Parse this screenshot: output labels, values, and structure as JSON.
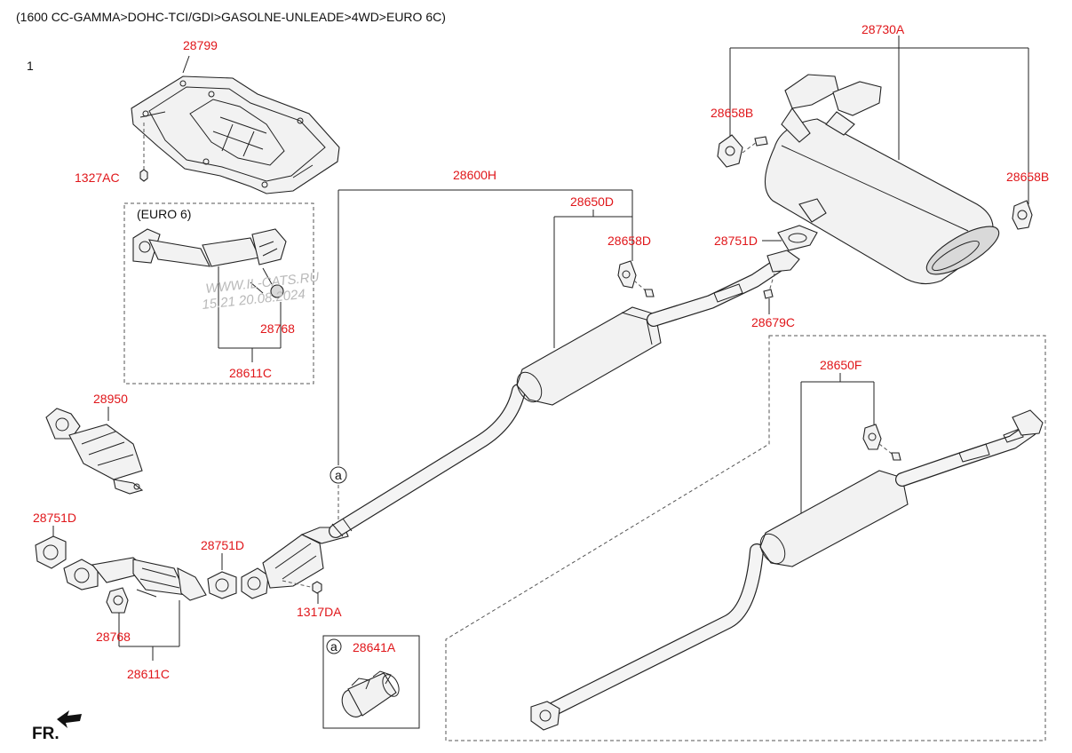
{
  "header": {
    "spec": "(1600 CC-GAMMA>DOHC-TCI/GDI>GASOLNE-UNLEADE>4WD>EURO 6C)"
  },
  "page_number": "1",
  "euro_box": {
    "title": "(EURO 6)"
  },
  "watermark": {
    "line1": "WWW.IL-CATS.RU",
    "line2": "15.21 20.08.2024"
  },
  "callout": {
    "ref_letter": "a"
  },
  "front_marker": "FR.",
  "part_labels": {
    "heat_protector": "28799",
    "nut_1327": "1327AC",
    "center_pipe_assy": "28600H",
    "center_muffler": "28650D",
    "hanger_d": "28658D",
    "rear_muffler_assy": "28730A",
    "hanger_b_left": "28658B",
    "hanger_b_right": "28658B",
    "gasket_upper": "28751D",
    "bolt_28679": "28679C",
    "euro_hanger": "28768",
    "euro_catalytic": "28611C",
    "catalytic_28950": "28950",
    "gasket_left": "28751D",
    "gasket_mid": "28751D",
    "hanger_28768": "28768",
    "catalytic_28611": "28611C",
    "nut_1317": "1317DA",
    "clamp_28641": "28641A",
    "alt_muffler": "28650F"
  }
}
